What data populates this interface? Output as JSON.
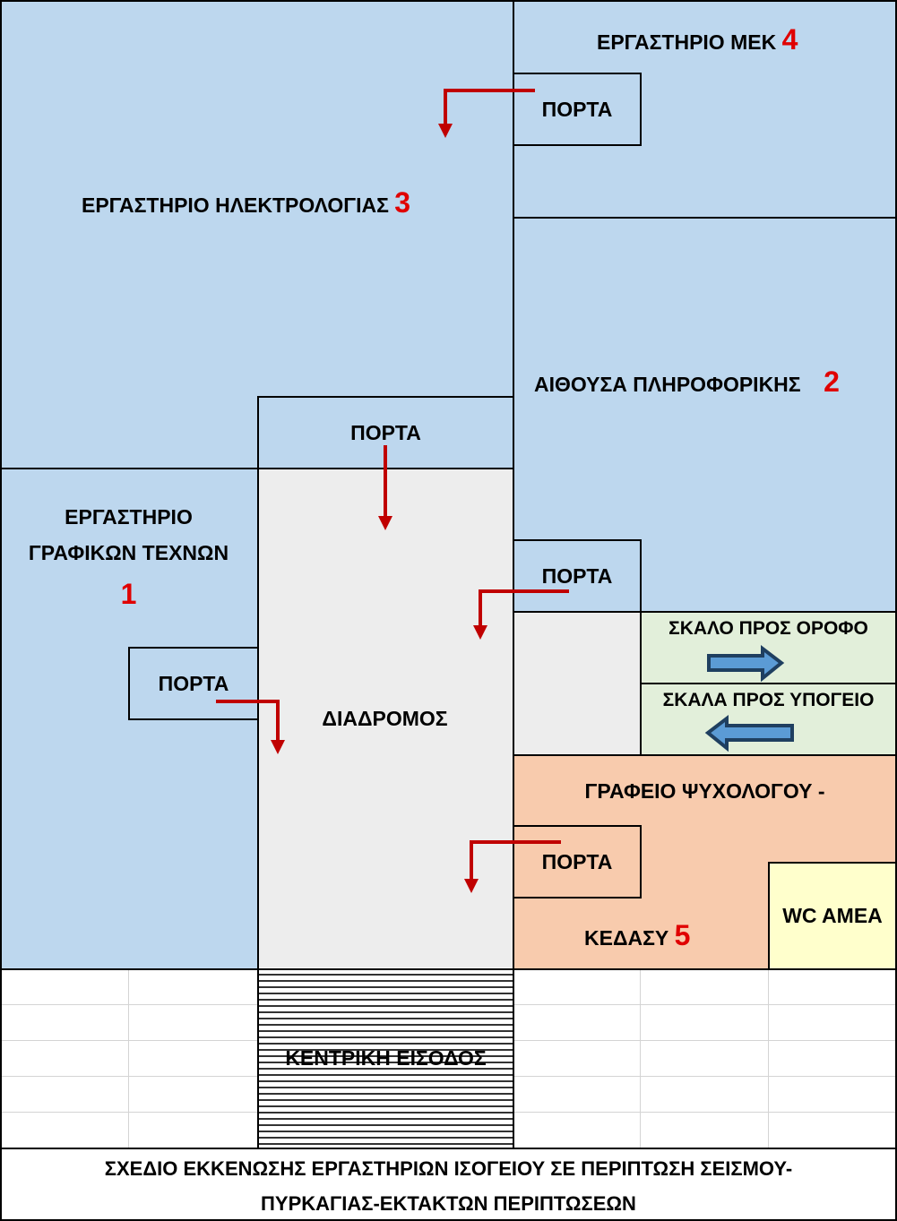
{
  "rooms": {
    "mek": {
      "label": "ΕΡΓΑΣΤΗΡΙΟ ΜΕΚ",
      "number": "4"
    },
    "electrology": {
      "label": "ΕΡΓΑΣΤΗΡΙΟ ΗΛΕΚΤΡΟΛΟΓΙΑΣ",
      "number": "3"
    },
    "informatics": {
      "label": "ΑΙΘΟΥΣΑ ΠΛΗΡΟΦΟΡΙΚΗΣ",
      "number": "2"
    },
    "graphics": {
      "label_line1": "ΕΡΓΑΣΤΗΡΙΟ",
      "label_line2": "ΓΡΑΦΙΚΩΝ ΤΕΧΝΩΝ",
      "number": "1"
    },
    "corridor": {
      "label": "ΔΙΑΔΡΟΜΟΣ"
    },
    "stairs_up": {
      "label": "ΣΚΑΛΟ ΠΡΟΣ ΟΡΟΦΟ"
    },
    "stairs_down": {
      "label": "ΣΚΑΛΑ ΠΡΟΣ ΥΠΟΓΕΙΟ"
    },
    "psychologist": {
      "label_line1": "ΓΡΑΦΕΙΟ ΨΥΧΟΛΟΓΟΥ -",
      "label_line2": "ΚΕΔΑΣΥ",
      "number": "5"
    },
    "wc": {
      "label": "WC AMEA"
    },
    "entrance": {
      "label": "ΚΕΝΤΡΙΚΗ ΕΙΣΟΔΟΣ"
    }
  },
  "door_label": "ΠΟΡΤΑ",
  "title_line1": "ΣΧΕΔΙΟ ΕΚΚΕΝΩΣΗΣ ΕΡΓΑΣΤΗΡΙΩΝ ΙΣΟΓΕΙΟΥ ΣΕ ΠΕΡΙΠΤΩΣΗ ΣΕΙΣΜΟΥ-",
  "title_line2": "ΠΥΡΚΑΓΙΑΣ-ΕΚΤΑΚΤΩΝ ΠΕΡΙΠΤΩΣΕΩΝ",
  "colors": {
    "exit_arrow": "#c00000",
    "stair_arrow": "#5b9bd5",
    "stair_arrow_border": "#1f3f60"
  }
}
